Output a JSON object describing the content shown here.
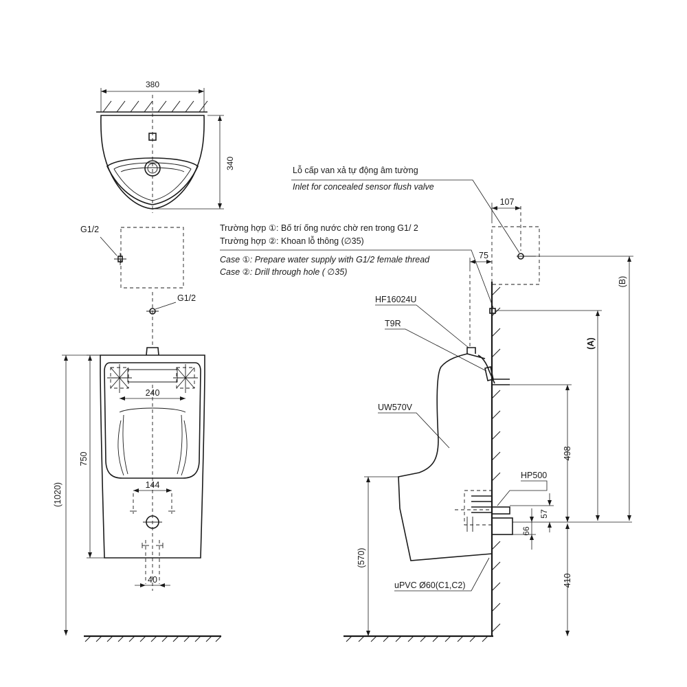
{
  "dimensions": {
    "top_width": "380",
    "top_depth": "340",
    "front_inner_width": "240",
    "front_height": "750",
    "total_height": "(1020)",
    "outlet_spacing": "144",
    "drain_width": "40",
    "flush_offset": "107",
    "supply_offset": "75",
    "dim_a": "(A)",
    "dim_b": "(B)",
    "outlet_height": "498",
    "drain_height": "410",
    "rim_height": "(570)",
    "drain_dim_57": "57",
    "drain_dim_66": "66"
  },
  "labels": {
    "g12_top": "G1/2",
    "g12_bottom": "G1/2",
    "inlet_vn": "Lỗ cấp van xả tự động âm tường",
    "inlet_en": "Inlet for concealed sensor flush valve",
    "case1_vn": "Trường hợp ①: Bố trí ống nước chờ ren trong G1/ 2",
    "case2_vn": "Trường hợp ②: Khoan lỗ thông (∅35)",
    "case1_en": "Case ①: Prepare water supply with G1/2 female thread",
    "case2_en": "Case ②: Drill through hole ( ∅35)",
    "hf": "HF16024U",
    "t9r": "T9R",
    "uw": "UW570V",
    "hp": "HP500",
    "upvc": "uPVC Ø60(C1,C2)"
  }
}
